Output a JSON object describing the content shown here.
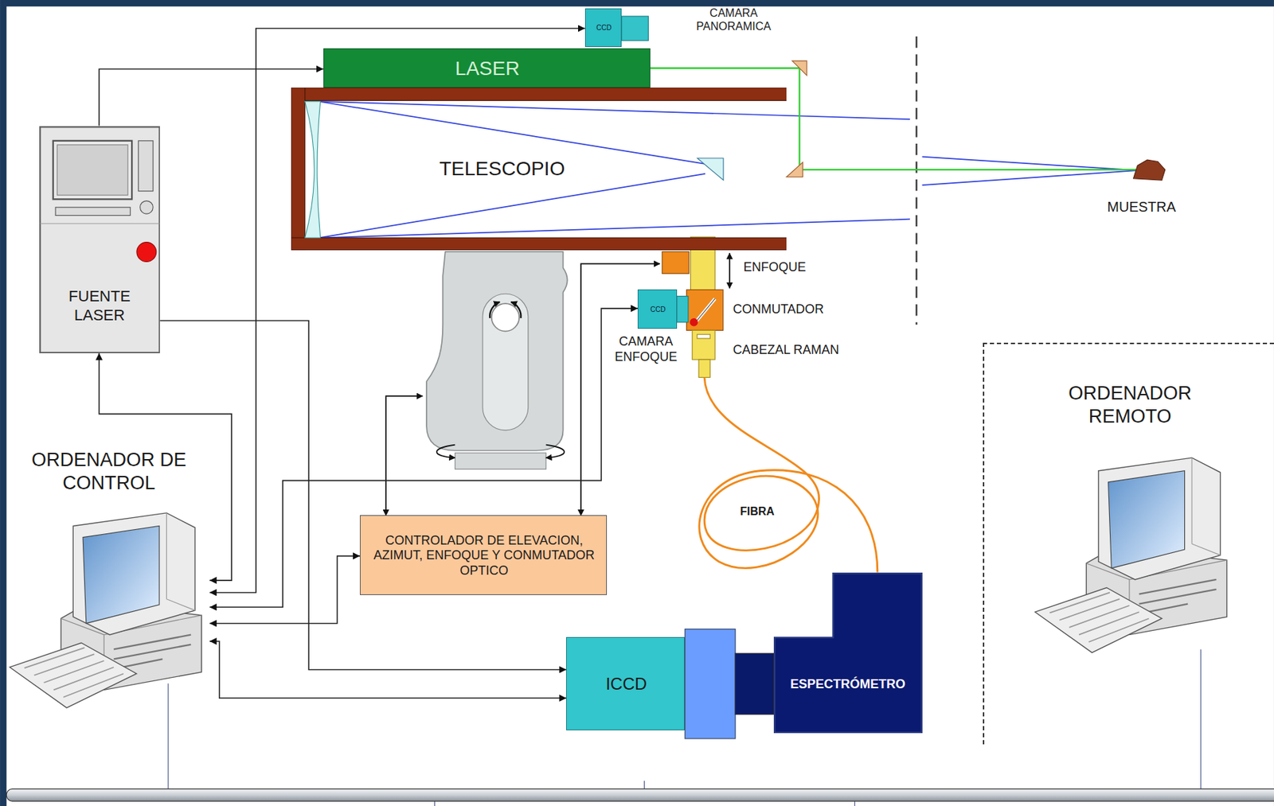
{
  "diagram": {
    "nodes": [
      {
        "text": [
          "CCD"
        ]
      },
      {
        "text": [
          "LASER"
        ]
      },
      {
        "text": [
          "TELESCOPIO"
        ]
      },
      {
        "text": [
          "FUENTE LASER"
        ]
      },
      {
        "text": [
          "CCD"
        ]
      },
      {
        "text": [
          "CONTROLADOR DE ELEVACION, AZIMUT, ENFOQUE Y CONMUTADOR OPTICO"
        ]
      },
      {
        "text": [
          "ICCD"
        ]
      },
      {
        "text": [
          "ESPECTRÓMETRO"
        ]
      },
      {
        "text": [
          "ORDENADOR DE CONTROL"
        ]
      },
      {
        "text": [
          "ORDENADOR REMOTO"
        ]
      }
    ],
    "edges": [
      {
        "from": 8,
        "to": 3,
        "arrow": "both"
      },
      {
        "from": 8,
        "to": 0,
        "arrow": "both"
      },
      {
        "from": 8,
        "to": 4,
        "arrow": "both"
      },
      {
        "from": 8,
        "to": 5,
        "arrow": "both"
      },
      {
        "from": 8,
        "to": 6,
        "arrow": "both"
      },
      {
        "from": 3,
        "to": 1,
        "arrow": "to"
      },
      {
        "from": 3,
        "to": 6,
        "arrow": "to"
      }
    ],
    "labels": [
      "CAMARA PANORAMICA",
      "ENFOQUE",
      "CONMUTADOR",
      "CABEZAL RAMAN",
      "CAMARA ENFOQUE",
      "FIBRA",
      "MUESTRA"
    ]
  }
}
